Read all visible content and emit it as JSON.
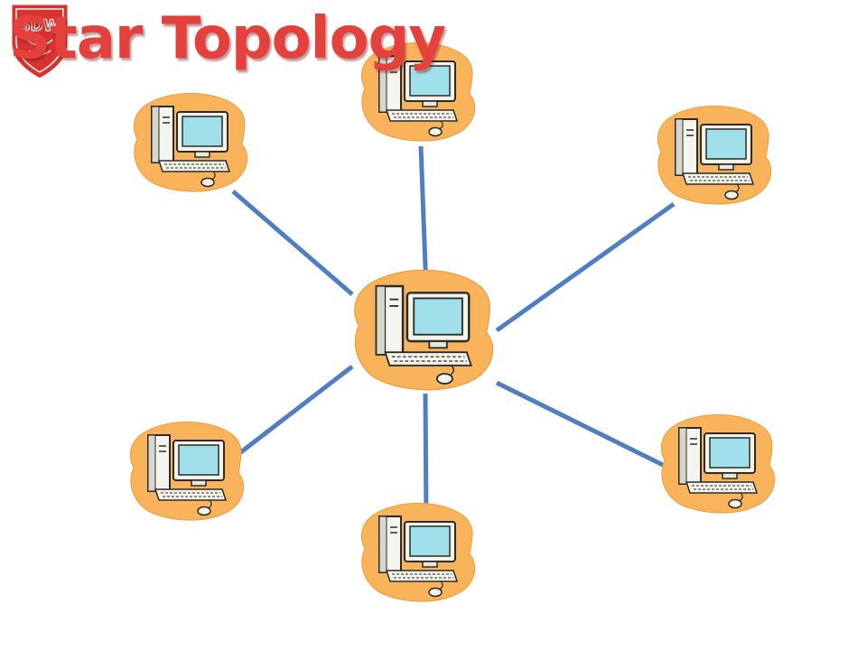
{
  "slide": {
    "title": "Star Topology",
    "title_color": "#e4413c",
    "logo": {
      "name": "school-shield-logo",
      "text": "SDW",
      "color": "#d9322e"
    }
  },
  "diagram": {
    "type": "star-network",
    "hub": {
      "name": "central-computer",
      "icon": "desktop-computer-icon"
    },
    "nodes": [
      {
        "name": "computer-top-left",
        "icon": "desktop-computer-icon"
      },
      {
        "name": "computer-top",
        "icon": "desktop-computer-icon"
      },
      {
        "name": "computer-top-right",
        "icon": "desktop-computer-icon"
      },
      {
        "name": "computer-bottom-left",
        "icon": "desktop-computer-icon"
      },
      {
        "name": "computer-bottom",
        "icon": "desktop-computer-icon"
      },
      {
        "name": "computer-bottom-right",
        "icon": "desktop-computer-icon"
      }
    ],
    "link_color": "#4f7fc0",
    "blob_color": "#f8b35b"
  }
}
